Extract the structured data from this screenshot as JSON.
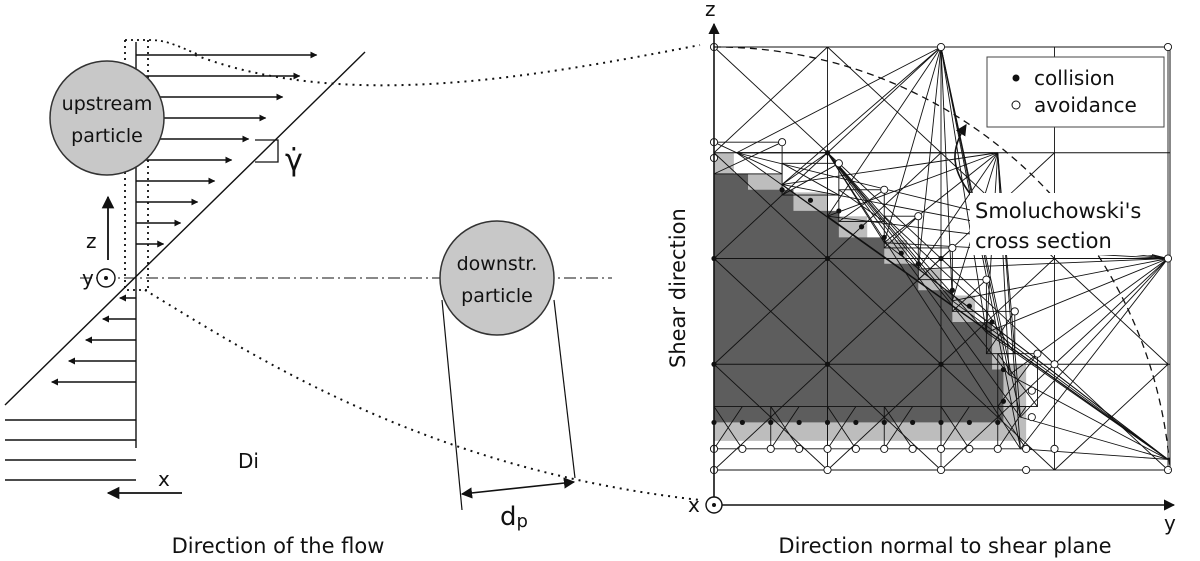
{
  "labels": {
    "upstream_line1": "upstream",
    "upstream_line2": "particle",
    "downstream_line1": "downstr.",
    "downstream_line2": "particle",
    "gamma_dot": "γ̇",
    "axis_z": "z",
    "axis_y": "y",
    "axis_x": "x",
    "di": "Di",
    "dp_main": "d",
    "dp_sub": "p",
    "caption_left": "Direction of the flow",
    "caption_right": "Direction normal to shear plane",
    "shear_direction": "Shear direction",
    "smolu_line1": "Smoluchowski's",
    "smolu_line2": "cross section",
    "right_axis_z": "z",
    "right_axis_y": "y",
    "right_axis_x": "x"
  },
  "legend": {
    "items": [
      {
        "marker": "filled-dot",
        "label": "collision"
      },
      {
        "marker": "open-circle",
        "label": "avoidance"
      }
    ]
  },
  "colors": {
    "particle_fill": "#c8c8c8",
    "collision_region": "#5d5d5d",
    "boundary_cells": "#bdbdbd",
    "line": "#111111"
  }
}
